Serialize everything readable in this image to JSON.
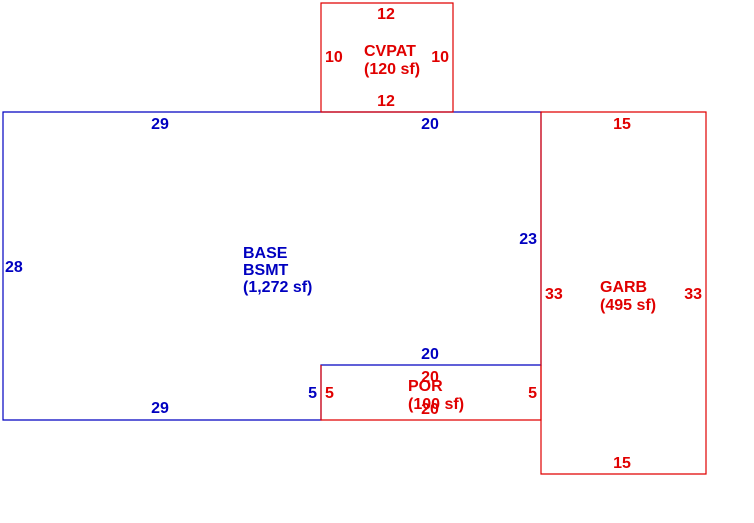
{
  "colors": {
    "blue": "#0000c0",
    "red": "#e00000"
  },
  "areas": {
    "base": {
      "code": "BASE",
      "subcode": "BSMT",
      "area": "(1,272 sf)"
    },
    "cvpat": {
      "code": "CVPAT",
      "area": "(120 sf)"
    },
    "garb": {
      "code": "GARB",
      "area": "(495 sf)"
    },
    "por": {
      "code": "POR",
      "area": "(100 sf)"
    }
  },
  "dimensions": {
    "base_top_left": "29",
    "base_top_right": "20",
    "base_left": "28",
    "base_right": "23",
    "base_bottom_left": "29",
    "base_notch_top": "20",
    "base_notch_left": "5",
    "cvpat_top": "12",
    "cvpat_bottom": "12",
    "cvpat_left": "10",
    "cvpat_right": "10",
    "garb_top": "15",
    "garb_bottom": "15",
    "garb_left": "33",
    "garb_right": "33",
    "por_top": "20",
    "por_bottom": "20",
    "por_left": "5",
    "por_right": "5"
  }
}
